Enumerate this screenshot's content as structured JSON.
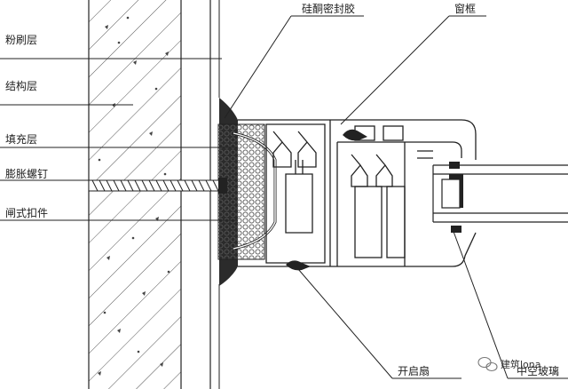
{
  "labels": {
    "render_layer": "粉刷层",
    "structure_layer": "结构层",
    "fill_layer": "填充层",
    "expansion_screw": "膨胀螺钉",
    "gate_clip": "闸式扣件",
    "silicone_sealant": "硅酮密封胶",
    "window_frame": "窗框",
    "sash": "开启扇",
    "insulated_glass": "中空玻璃"
  },
  "watermark": "建筑lona",
  "colors": {
    "line": "#222222",
    "foam": "#666666",
    "sealant": "#2b2b2b",
    "hatch": "#555555"
  }
}
